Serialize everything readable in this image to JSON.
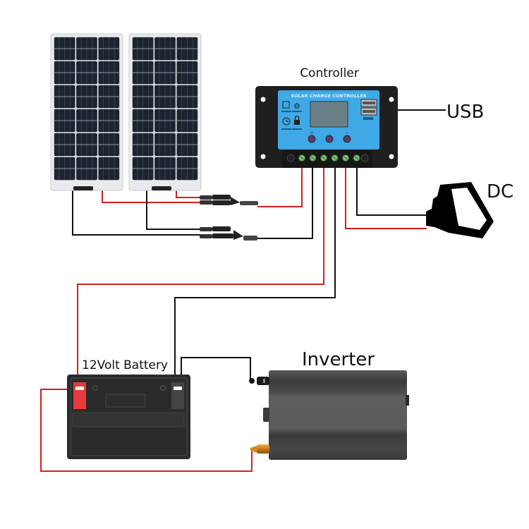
{
  "diagram": {
    "title": "Solar panel system wiring diagram",
    "labels": {
      "controller": "Controller",
      "usb": "USB",
      "dc": "DC",
      "battery": "12Volt Battery",
      "inverter": "Inverter"
    },
    "controller_panel": {
      "header": "SOLAR CHARGE CONTROLLER",
      "buttons": [
        "M",
        "-",
        "+"
      ],
      "terminal_count": 6
    },
    "solar_panels": {
      "count": 2,
      "cell_rows": 6,
      "cell_cols": 3
    },
    "wire_colors": {
      "positive": "#d42020",
      "negative": "#111111"
    },
    "colors": {
      "controller_face": "#3fa9e6",
      "controller_body": "#1f1f1f",
      "panel_cells": "#1d2430",
      "battery_body": "#2b2b2b",
      "battery_positive_terminal": "#e83a3a",
      "inverter_body": "#4a4a4a",
      "inverter_positive_terminal": "#d88a20"
    },
    "connections": [
      {
        "from": "solar-panels",
        "to": "controller",
        "type": "PV input"
      },
      {
        "from": "controller",
        "to": "12Volt Battery",
        "type": "battery"
      },
      {
        "from": "controller",
        "to": "DC",
        "type": "DC load"
      },
      {
        "from": "controller",
        "to": "USB",
        "type": "USB output"
      },
      {
        "from": "12Volt Battery",
        "to": "Inverter",
        "type": "inverter input"
      }
    ]
  }
}
